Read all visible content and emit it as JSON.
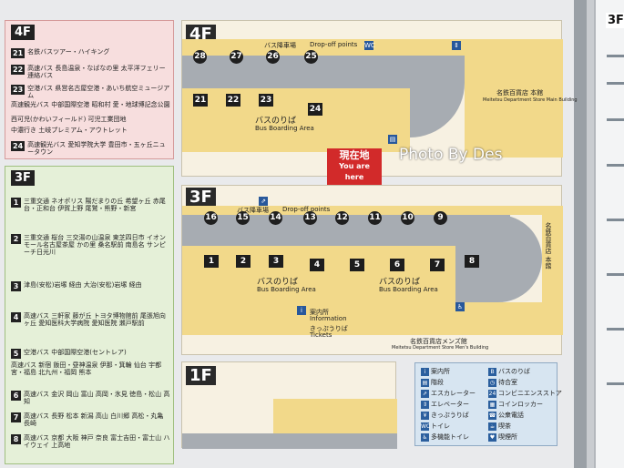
{
  "floors": {
    "f4": {
      "label": "4F"
    },
    "f3": {
      "label": "3F"
    },
    "f1": {
      "label": "1F"
    }
  },
  "legend_4f": [
    {
      "num": "21",
      "text": "名鉄バスツアー・ハイキング"
    },
    {
      "num": "22",
      "text": "高速バス 長島温泉・なばなの里 太平洋フェリー連絡バス"
    },
    {
      "num": "23",
      "text": "空港バス 県営名古屋空港・あいち航空ミュージアム"
    },
    {
      "num": "",
      "text": "高速観光バス 中部国際空港 昭和村 愛・地球博記念公園"
    },
    {
      "num": "",
      "text": "西可児(かわいフィールド) 可児工業団地"
    },
    {
      "num": "",
      "text": "中濃行き 土岐プレミアム・アウトレット"
    },
    {
      "num": "24",
      "text": "高速観光バス 愛知学院大学 豊田市・五ヶ丘ニュータウン"
    }
  ],
  "legend_3f": [
    {
      "num": "1",
      "text": "三重交通 ネオポリス 陽だまりの丘 希望ヶ丘 赤尾台・正和台 伊賀上野 尾鷲・熊野・新宮"
    },
    {
      "num": "2",
      "text": "三重交通 桜台 三交湯の山温泉 東芝四日市 イオンモール名古屋茶屋 かの里 桑名駅前 南島名 サンピーチ日光川"
    },
    {
      "num": "3",
      "text": "津島(安松)岩塚 経由 大治(安松)岩塚 経由"
    },
    {
      "num": "4",
      "text": "高速バス 三軒家 藤が丘 トヨタ博物館前 尾張旭向ヶ丘 愛知医科大学病院 愛知医院 瀬戸駅前"
    },
    {
      "num": "5",
      "text": "空港バス 中部国際空港(セントレア)"
    },
    {
      "num": "",
      "text": "高速バス 新宿 飯田・昼神温泉 伊那・箕輪 仙台 宇都宮・福島 北九州・福岡 熊本"
    },
    {
      "num": "6",
      "text": "高速バス 金沢 岡山 富山 高岡・氷見 徳島・松山 高知"
    },
    {
      "num": "7",
      "text": "高速バス 長野 松本 新潟 高山 白川郷 高松・丸亀 長崎"
    },
    {
      "num": "8",
      "text": "高速バス 京都 大阪 神戸 奈良 富士吉田・富士山 ハイウェイ 上高地"
    }
  ],
  "map4f": {
    "drop_off": "Drop-off points",
    "bus_stop_ja": "バス降車場",
    "boarding_ja": "バスのりば",
    "boarding_en": "Bus Boarding Area",
    "dept_store": "名鉄百貨店 本館",
    "dept_store_en": "Meitetsu Department Store Main Building",
    "stops_top": [
      "28",
      "27",
      "26",
      "25"
    ],
    "stops_bottom": [
      "21",
      "22",
      "23",
      "24"
    ]
  },
  "map3f": {
    "drop_off": "Drop-off points",
    "bus_stop_ja": "バス降車場",
    "boarding_ja": "バスのりば",
    "boarding_en": "Bus Boarding Area",
    "info_ja": "案内所",
    "info_en": "Information",
    "tickets_ja": "きっぷうりば",
    "tickets_en": "Tickets",
    "mens_bldg": "名鉄百貨店メンズ館",
    "mens_bldg_en": "Meitetsu Department Store Men's Building",
    "stops_top": [
      "16",
      "15",
      "14",
      "13",
      "12",
      "11",
      "10",
      "9"
    ],
    "stops_bottom": [
      "1",
      "2",
      "3",
      "4",
      "5",
      "6",
      "7",
      "8"
    ]
  },
  "you_are_here": {
    "ja": "現在地",
    "en": "You are here"
  },
  "watermark": "Photo By Des",
  "facilities": [
    {
      "icon": "i",
      "text": "案内所"
    },
    {
      "icon": "▤",
      "text": "階段"
    },
    {
      "icon": "⇗",
      "text": "エスカレーター"
    },
    {
      "icon": "⇕",
      "text": "エレベーター"
    },
    {
      "icon": "¥",
      "text": "きっぷうりば"
    },
    {
      "icon": "WC",
      "text": "トイレ"
    },
    {
      "icon": "♿",
      "text": "多機能トイレ"
    },
    {
      "icon": "B",
      "text": "バスのりば"
    },
    {
      "icon": "◷",
      "text": "待合室"
    },
    {
      "icon": "24",
      "text": "コンビニエンスストア"
    },
    {
      "icon": "▦",
      "text": "コインロッカー"
    },
    {
      "icon": "☎",
      "text": "公衆電話"
    },
    {
      "icon": "☕",
      "text": "喫茶"
    },
    {
      "icon": "♥",
      "text": "喫煙所"
    }
  ],
  "side_panel": {
    "label": "3F"
  }
}
